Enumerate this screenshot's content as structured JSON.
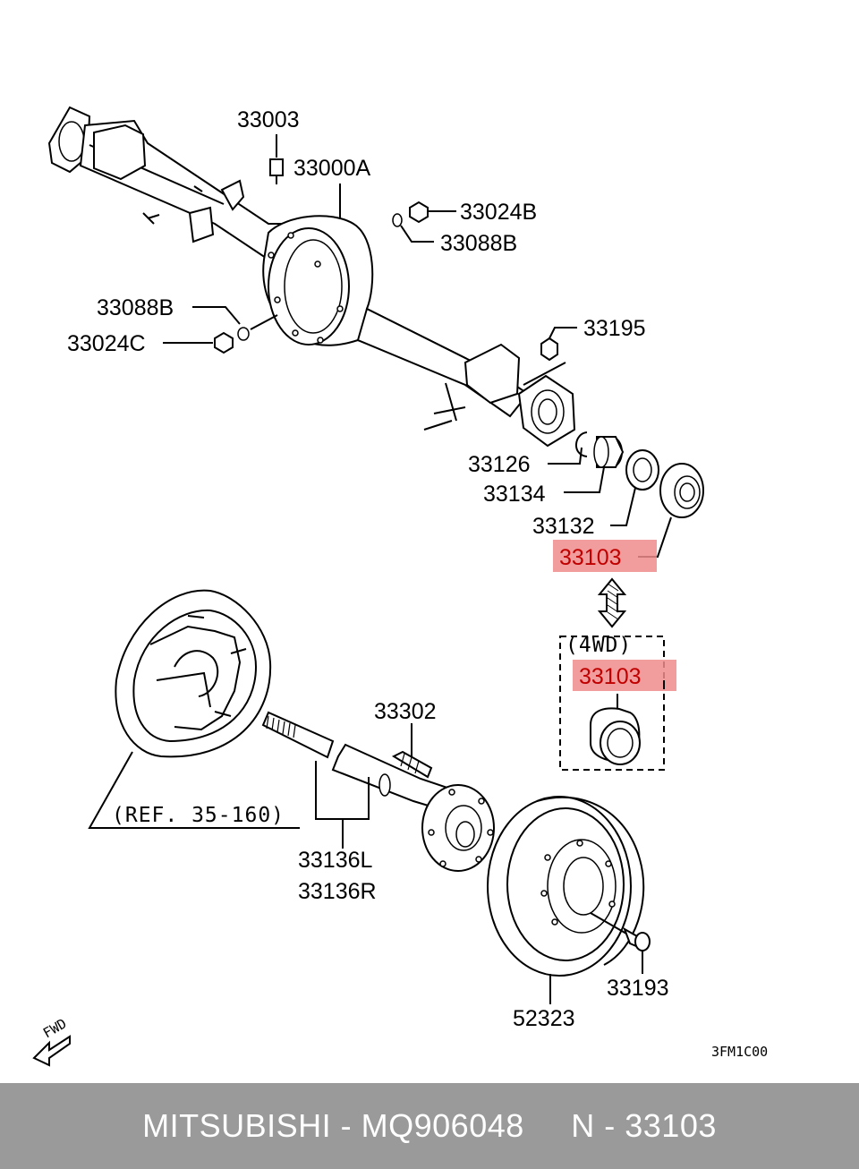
{
  "diagram": {
    "labels": {
      "p33003": "33003",
      "p33000a": "33000A",
      "p33024b": "33024B",
      "p33088b_right": "33088B",
      "p33088b_left": "33088B",
      "p33024c": "33024C",
      "p33195": "33195",
      "p33126": "33126",
      "p33134": "33134",
      "p33132": "33132",
      "p33103_upper": "33103",
      "p4wd": "(4WD)",
      "p33103_lower": "33103",
      "p33302": "33302",
      "ref": "(REF. 35-160)",
      "p33136l": "33136L",
      "p33136r": "33136R",
      "p33193": "33193",
      "p52323": "52323",
      "fwd": "FWD",
      "code": "3FM1C00"
    },
    "highlight_color": "#f08c8c"
  },
  "footer": {
    "text": "MITSUBISHI - MQ906048     N - 33103"
  }
}
